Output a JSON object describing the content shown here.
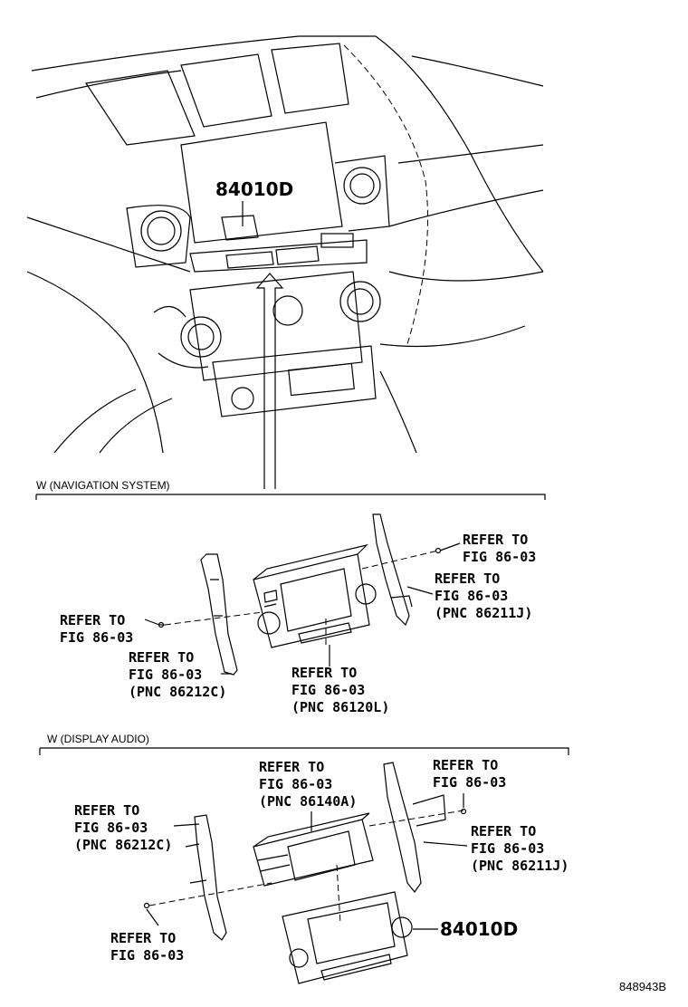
{
  "top_view": {
    "part_number": "84010D"
  },
  "sections": [
    {
      "title": "W (NAVIGATION SYSTEM)",
      "callouts": [
        {
          "lines": [
            "REFER TO",
            "FIG 86-03"
          ]
        },
        {
          "lines": [
            "REFER TO",
            "FIG 86-03",
            "(PNC 86211J)"
          ]
        },
        {
          "lines": [
            "REFER TO",
            "FIG 86-03"
          ]
        },
        {
          "lines": [
            "REFER TO",
            "FIG 86-03",
            "(PNC 86212C)"
          ]
        },
        {
          "lines": [
            "REFER TO",
            "FIG 86-03",
            "(PNC 86120L)"
          ]
        }
      ]
    },
    {
      "title": "W (DISPLAY AUDIO)",
      "callouts": [
        {
          "lines": [
            "REFER TO",
            "FIG 86-03",
            "(PNC 86140A)"
          ]
        },
        {
          "lines": [
            "REFER TO",
            "FIG 86-03"
          ]
        },
        {
          "lines": [
            "REFER TO",
            "FIG 86-03",
            "(PNC 86212C)"
          ]
        },
        {
          "lines": [
            "REFER TO",
            "FIG 86-03",
            "(PNC 86211J)"
          ]
        },
        {
          "lines": [
            "REFER TO",
            "FIG 86-03"
          ]
        }
      ],
      "part_number": "84010D"
    }
  ],
  "drawing_code": "848943B"
}
